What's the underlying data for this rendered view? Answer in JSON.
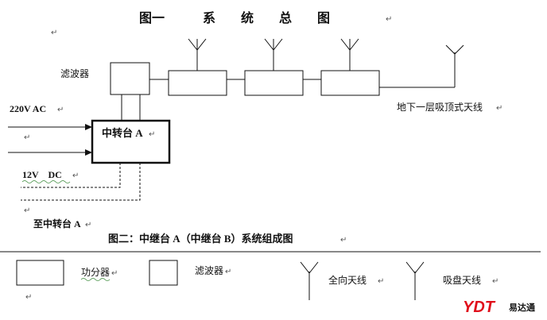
{
  "title": "图一　　　系　　统　　总　　图",
  "caption": "图二：中继台 A（中继台 B）系统组成图",
  "labels": {
    "filter": "滤波器",
    "relay": "中转台 A",
    "power_ac": "220V AC",
    "power_dc": "12V　DC",
    "to_relay": "至中转台 A",
    "antenna_note": "地下一层吸顶式天线"
  },
  "legend": {
    "splitter": "功分器",
    "filter": "滤波器",
    "omni_antenna": "全向天线",
    "ceiling_antenna": "吸盘天线"
  },
  "brand": {
    "logo": "YDT",
    "name": "易达通",
    "logo_color": "#e0101c"
  }
}
